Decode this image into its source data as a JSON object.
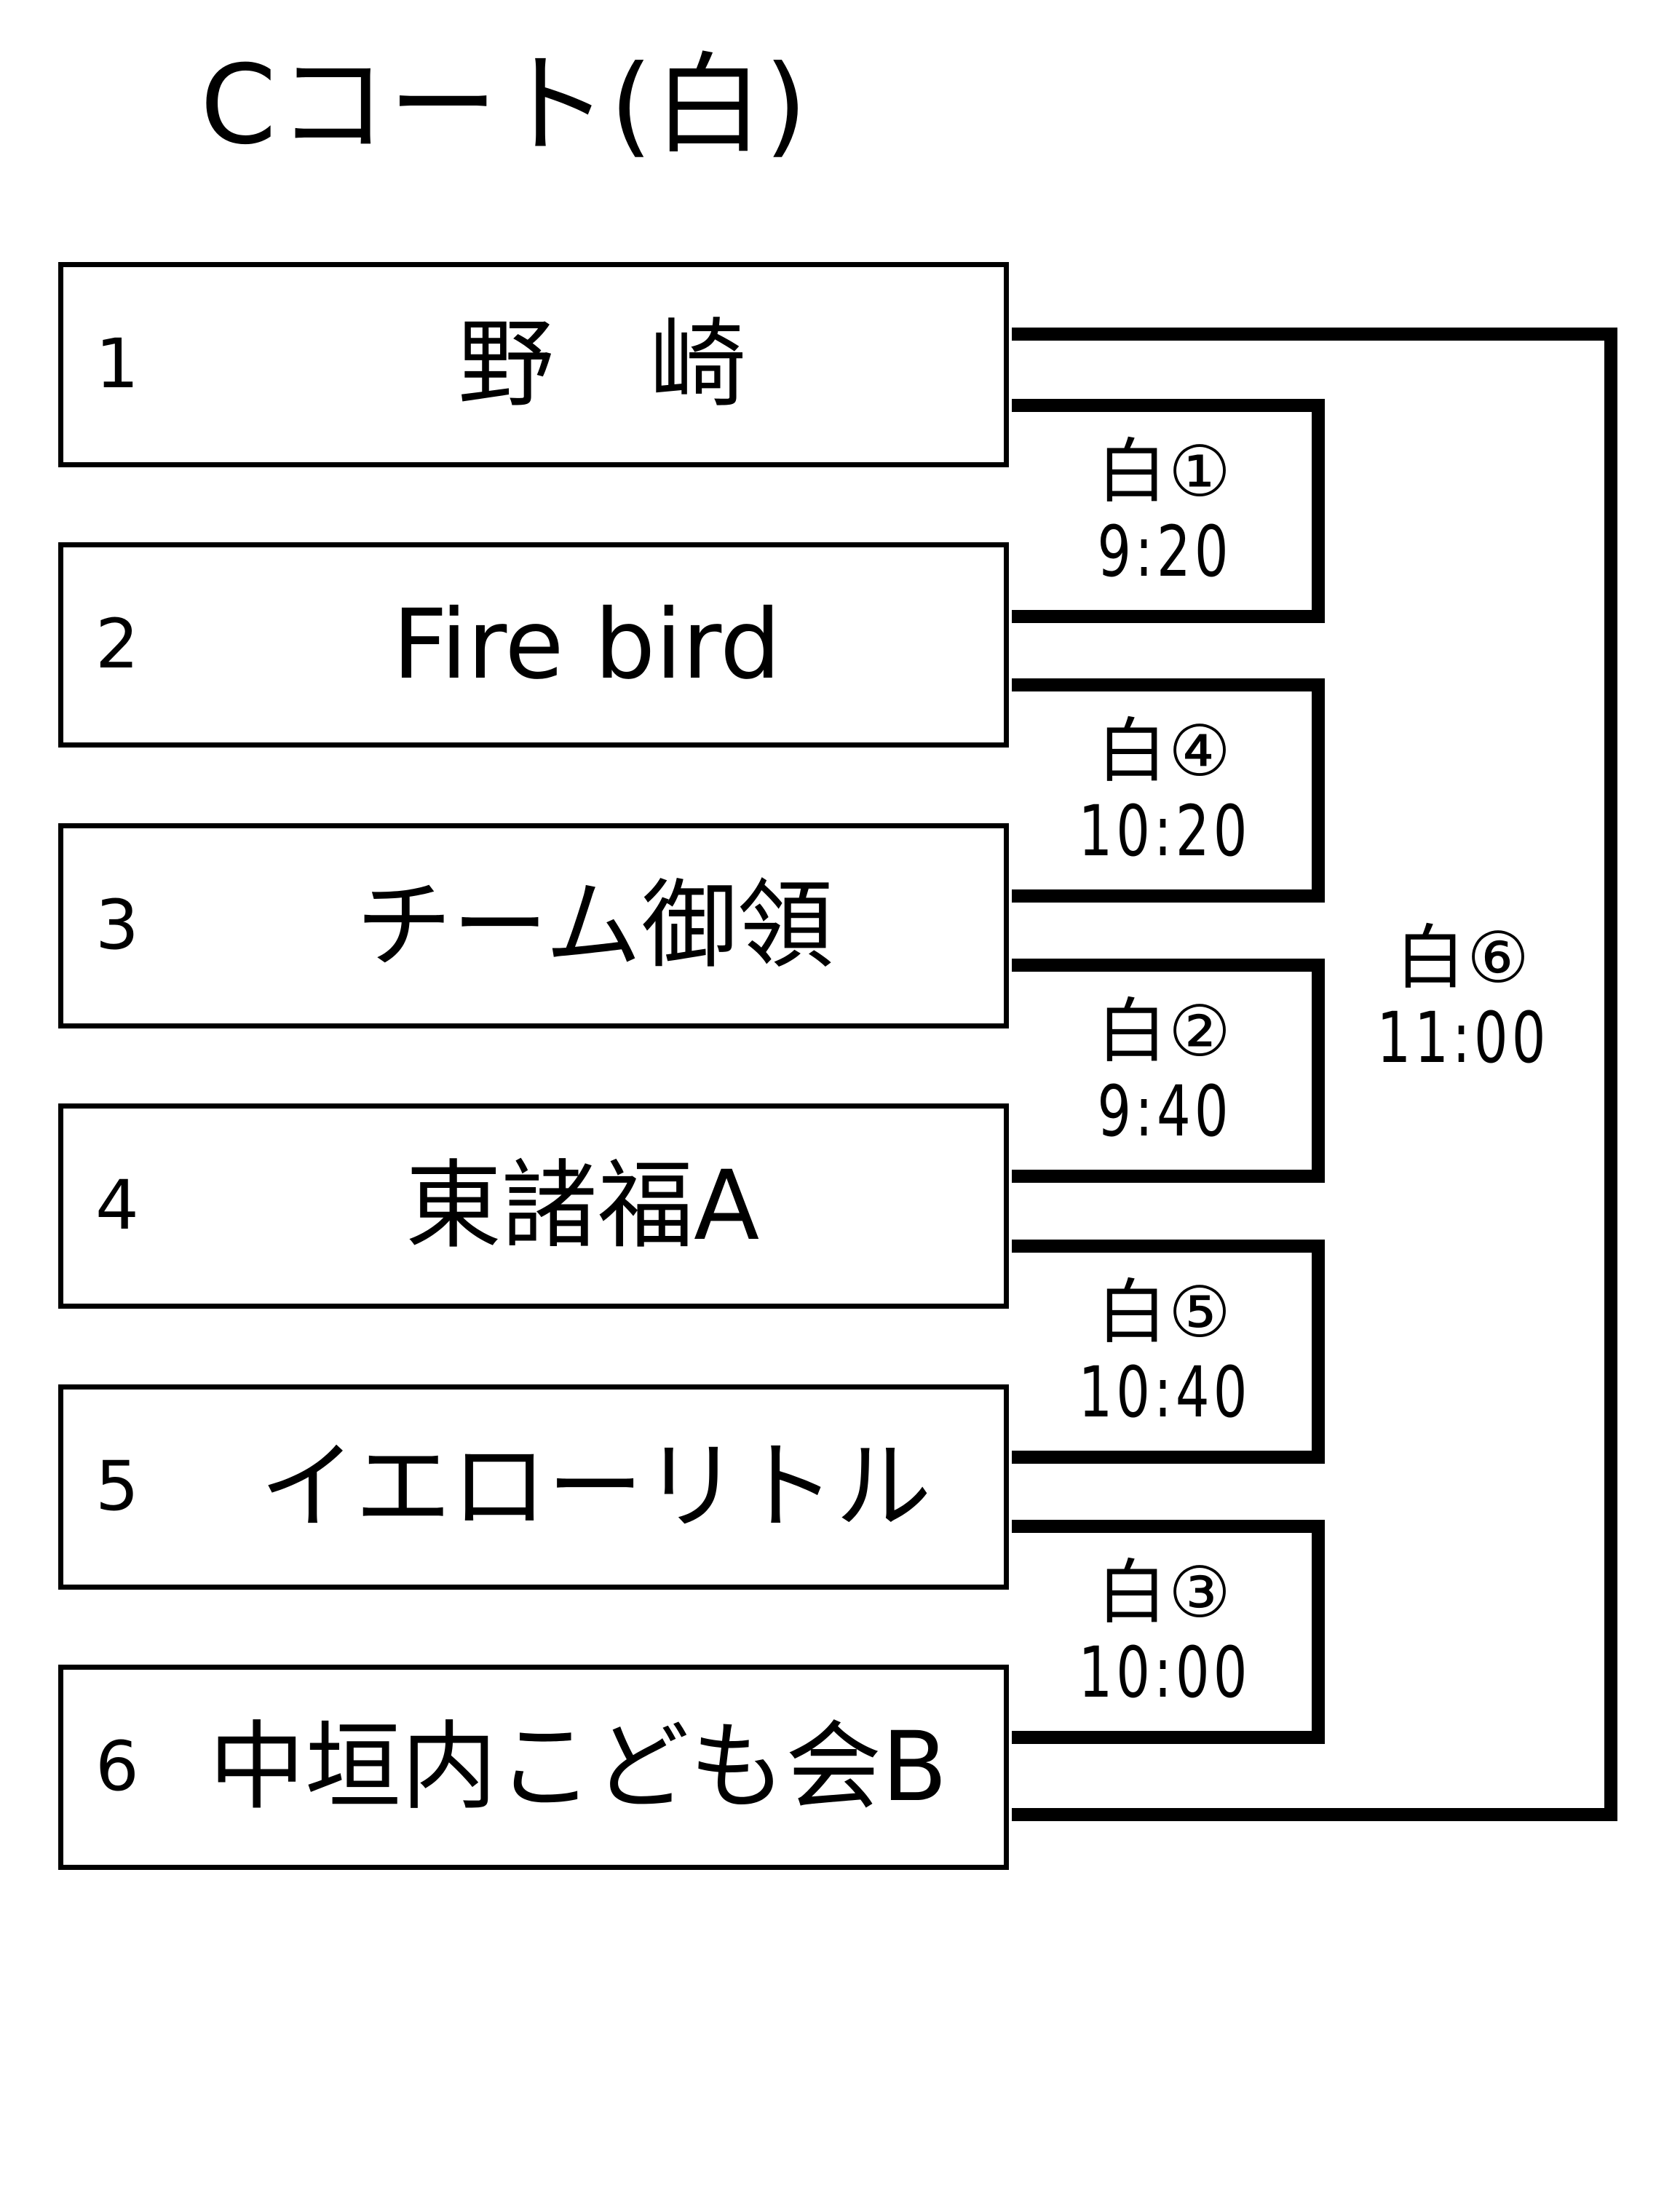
{
  "title": "Cコート(白)",
  "teams": [
    {
      "seed": "1",
      "name": "野　崎"
    },
    {
      "seed": "2",
      "name": "Fire bird"
    },
    {
      "seed": "3",
      "name": "チーム御領"
    },
    {
      "seed": "4",
      "name": "東諸福A"
    },
    {
      "seed": "5",
      "name": "イエローリトル"
    },
    {
      "seed": "6",
      "name": "中垣内こども会B"
    }
  ],
  "matches": [
    {
      "id": "白①",
      "time": "9:20"
    },
    {
      "id": "白④",
      "time": "10:20"
    },
    {
      "id": "白②",
      "time": "9:40"
    },
    {
      "id": "白⑤",
      "time": "10:40"
    },
    {
      "id": "白③",
      "time": "10:00"
    },
    {
      "id": "白⑥",
      "time": "11:00"
    }
  ]
}
